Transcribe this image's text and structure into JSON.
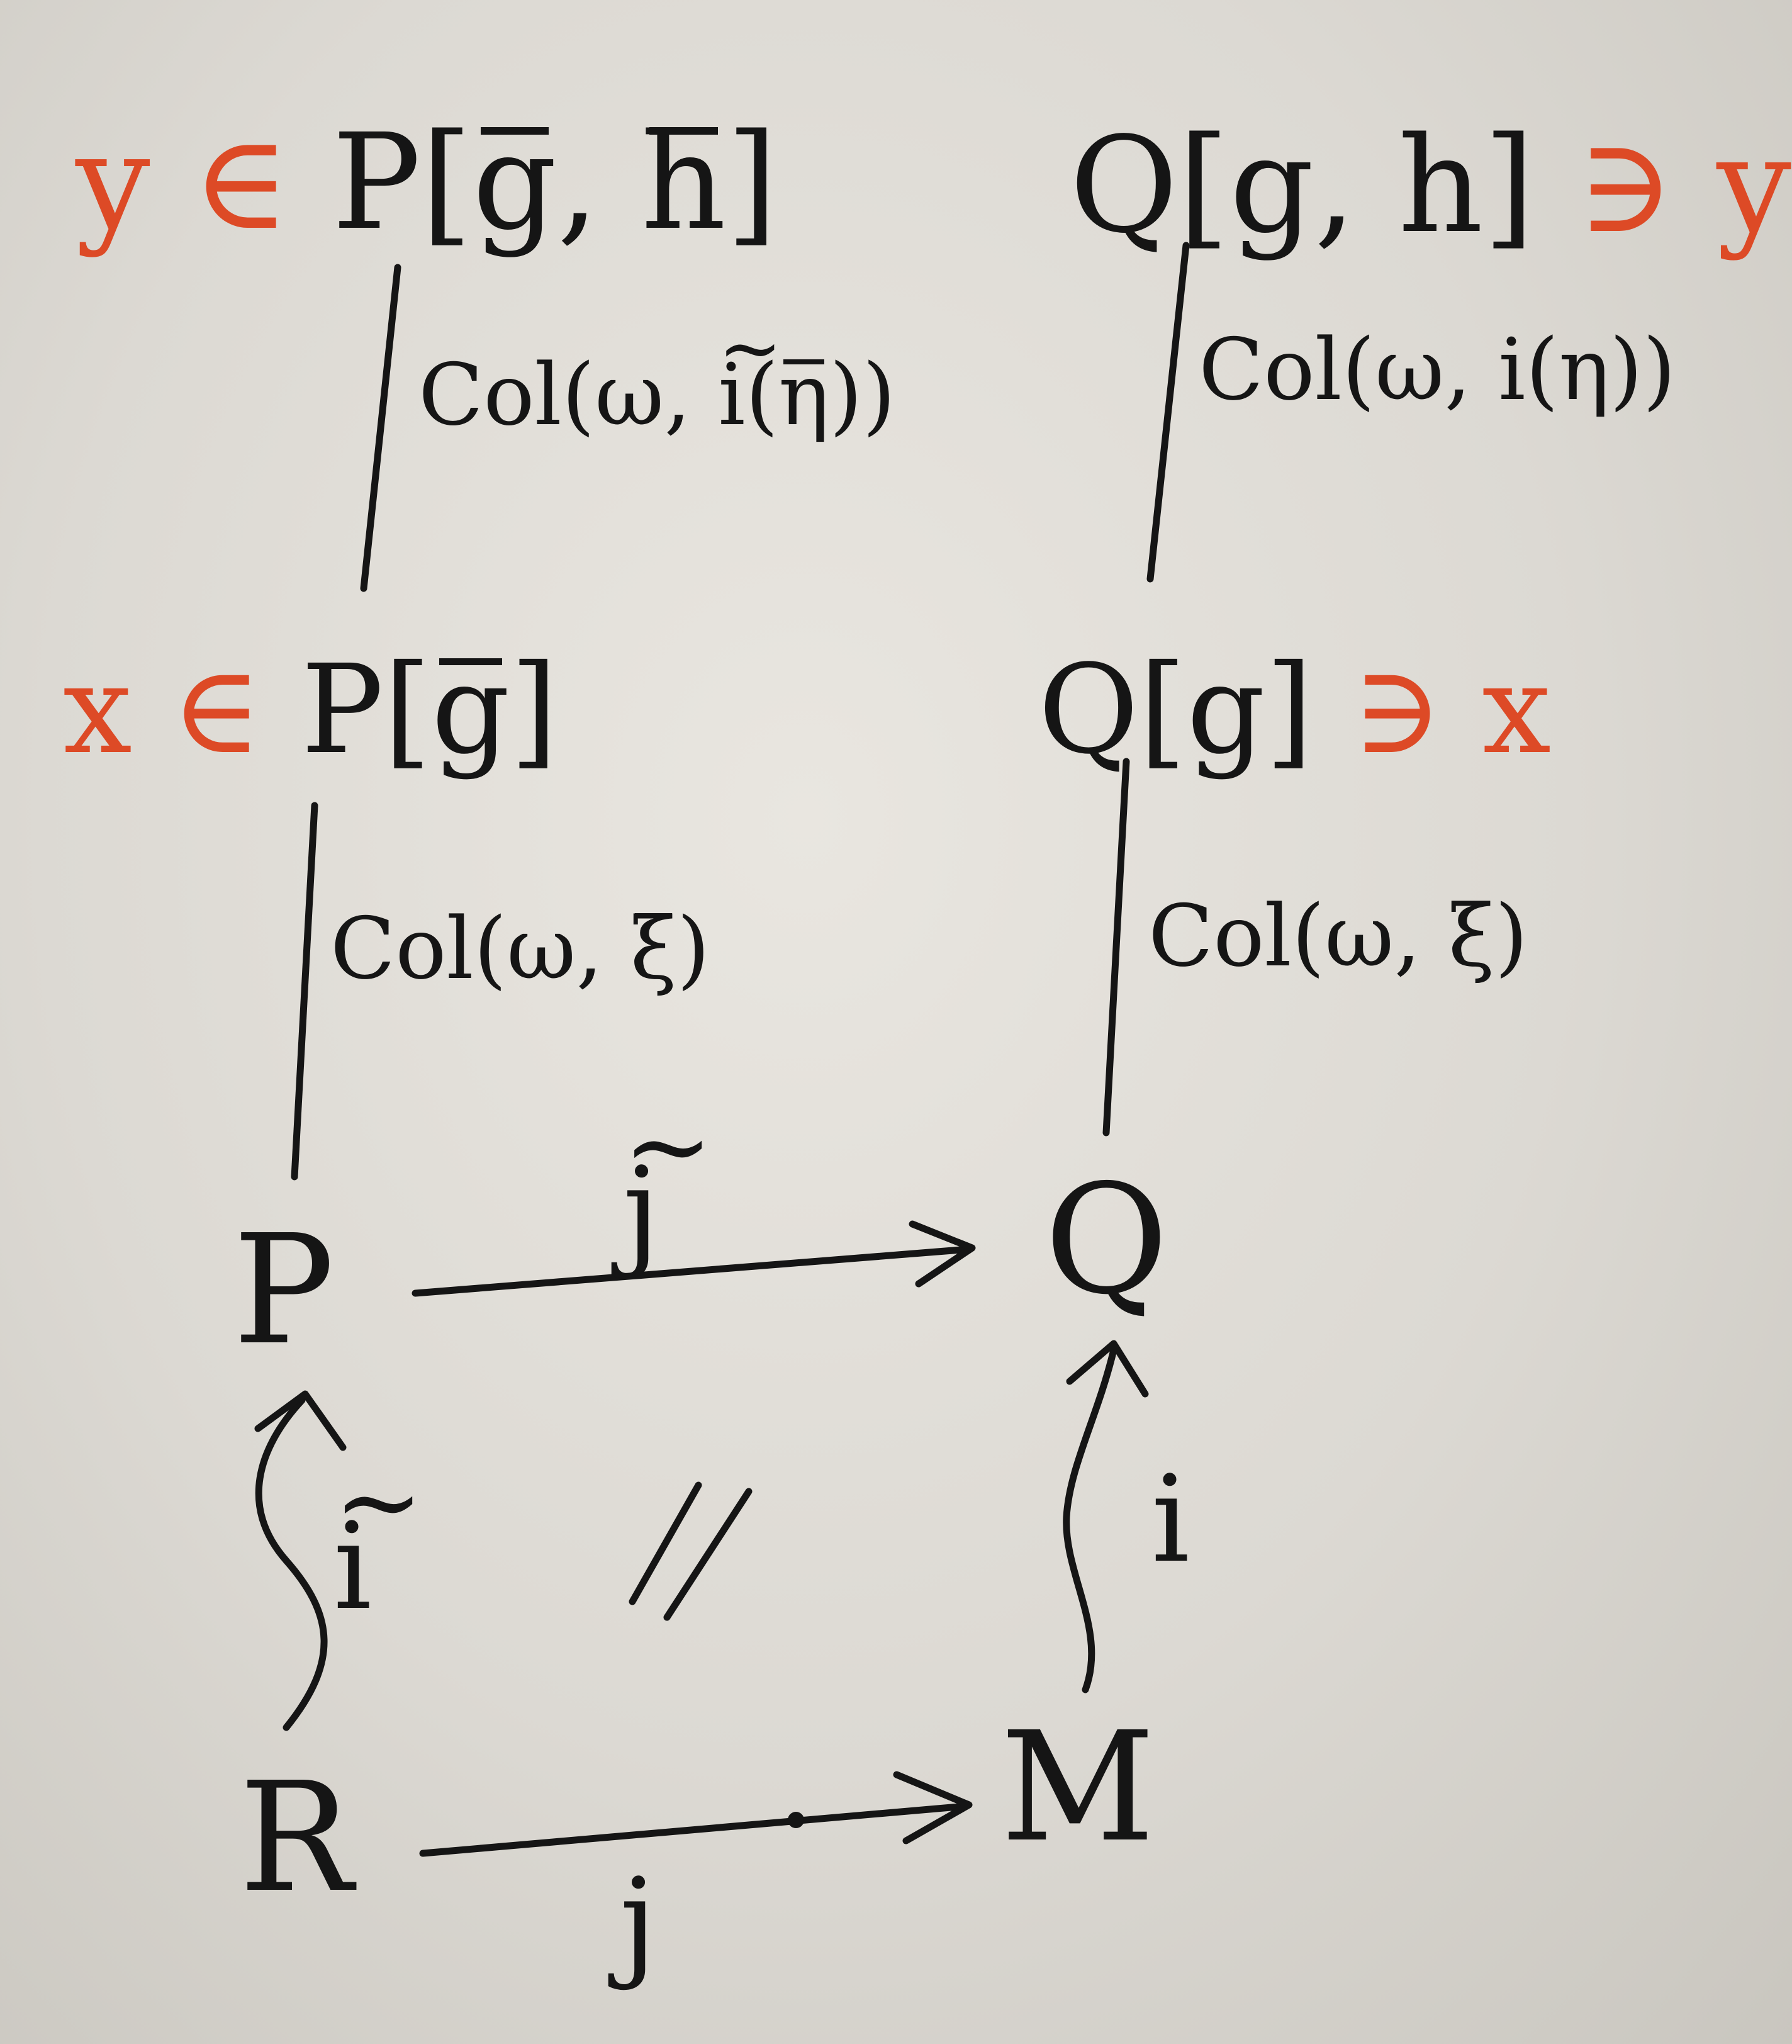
{
  "top_left": {
    "element": "y",
    "relation": "∈",
    "object": "P",
    "args": [
      "g",
      "h"
    ]
  },
  "top_right": {
    "object": "Q",
    "args": [
      "g",
      "h"
    ],
    "relation": "∋",
    "element": "y"
  },
  "mid_left": {
    "element": "x",
    "relation": "∈",
    "object": "P",
    "args": [
      "g"
    ]
  },
  "mid_right": {
    "object": "Q",
    "args": [
      "g"
    ],
    "relation": "∋",
    "element": "x"
  },
  "collapse_upper_left": {
    "prefix": "Col(ω, ",
    "map": "i",
    "arg": "η",
    "suffix": "))"
  },
  "collapse_upper_right": {
    "text": "Col(ω, i(η))"
  },
  "collapse_lower_left": {
    "prefix": "Col(ω, ",
    "arg": "ξ",
    "suffix": ")"
  },
  "collapse_lower_right": {
    "text": "Col(ω, ξ)"
  },
  "nodes": {
    "P": "P",
    "Q": "Q",
    "R": "R",
    "M": "M"
  },
  "arrows": {
    "P_to_Q": "j",
    "R_to_M": "j",
    "R_to_P": "i",
    "M_to_Q": "i"
  },
  "commute_mark": "//",
  "colors": {
    "ink": "#151515",
    "red": "#dd4a26",
    "paper": "#dfdcd6"
  }
}
